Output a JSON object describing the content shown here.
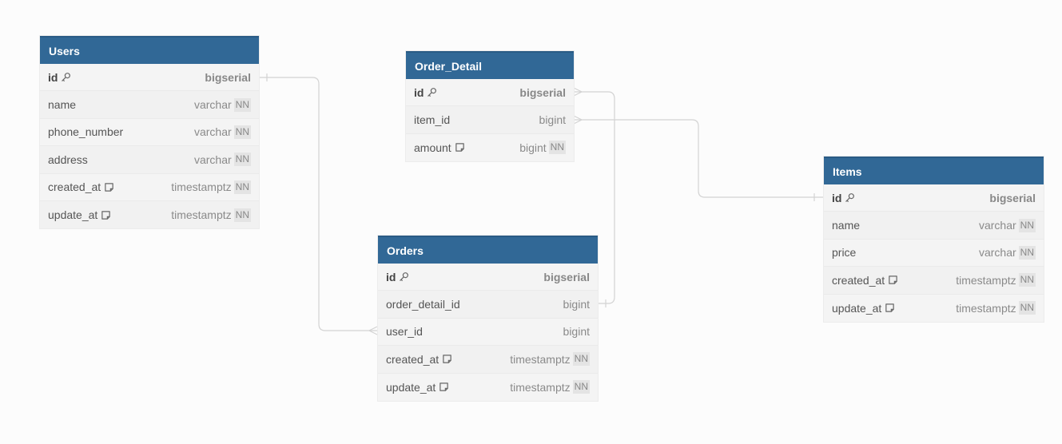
{
  "tables": [
    {
      "name": "Users",
      "fields": [
        {
          "name": "id",
          "type": "bigserial",
          "pk": true,
          "note": false,
          "nn": false
        },
        {
          "name": "name",
          "type": "varchar",
          "pk": false,
          "note": false,
          "nn": true
        },
        {
          "name": "phone_number",
          "type": "varchar",
          "pk": false,
          "note": false,
          "nn": true
        },
        {
          "name": "address",
          "type": "varchar",
          "pk": false,
          "note": false,
          "nn": true
        },
        {
          "name": "created_at",
          "type": "timestamptz",
          "pk": false,
          "note": true,
          "nn": true
        },
        {
          "name": "update_at",
          "type": "timestamptz",
          "pk": false,
          "note": true,
          "nn": true
        }
      ]
    },
    {
      "name": "Order_Detail",
      "fields": [
        {
          "name": "id",
          "type": "bigserial",
          "pk": true,
          "note": false,
          "nn": false
        },
        {
          "name": "item_id",
          "type": "bigint",
          "pk": false,
          "note": false,
          "nn": false
        },
        {
          "name": "amount",
          "type": "bigint",
          "pk": false,
          "note": true,
          "nn": true
        }
      ]
    },
    {
      "name": "Orders",
      "fields": [
        {
          "name": "id",
          "type": "bigserial",
          "pk": true,
          "note": false,
          "nn": false
        },
        {
          "name": "order_detail_id",
          "type": "bigint",
          "pk": false,
          "note": false,
          "nn": false
        },
        {
          "name": "user_id",
          "type": "bigint",
          "pk": false,
          "note": false,
          "nn": false
        },
        {
          "name": "created_at",
          "type": "timestamptz",
          "pk": false,
          "note": true,
          "nn": true
        },
        {
          "name": "update_at",
          "type": "timestamptz",
          "pk": false,
          "note": true,
          "nn": true
        }
      ]
    },
    {
      "name": "Items",
      "fields": [
        {
          "name": "id",
          "type": "bigserial",
          "pk": true,
          "note": false,
          "nn": false
        },
        {
          "name": "name",
          "type": "varchar",
          "pk": false,
          "note": false,
          "nn": true
        },
        {
          "name": "price",
          "type": "varchar",
          "pk": false,
          "note": false,
          "nn": true
        },
        {
          "name": "created_at",
          "type": "timestamptz",
          "pk": false,
          "note": true,
          "nn": true
        },
        {
          "name": "update_at",
          "type": "timestamptz",
          "pk": false,
          "note": true,
          "nn": true
        }
      ]
    }
  ],
  "nn_label": "NN",
  "relationships": [
    {
      "from": "Users.id",
      "to": "Orders.user_id",
      "from_card": "one",
      "to_card": "many"
    },
    {
      "from": "Orders.order_detail_id",
      "to": "Order_Detail.id",
      "from_card": "one",
      "to_card": "many"
    },
    {
      "from": "Order_Detail.item_id",
      "to": "Items.id",
      "from_card": "many",
      "to_card": "one"
    }
  ],
  "colors": {
    "header": "#316896",
    "header_text": "#ffffff",
    "background": "#fcfcfc",
    "line": "#cfcfcf"
  },
  "icons": {
    "pk": "key-icon",
    "note": "note-icon"
  }
}
